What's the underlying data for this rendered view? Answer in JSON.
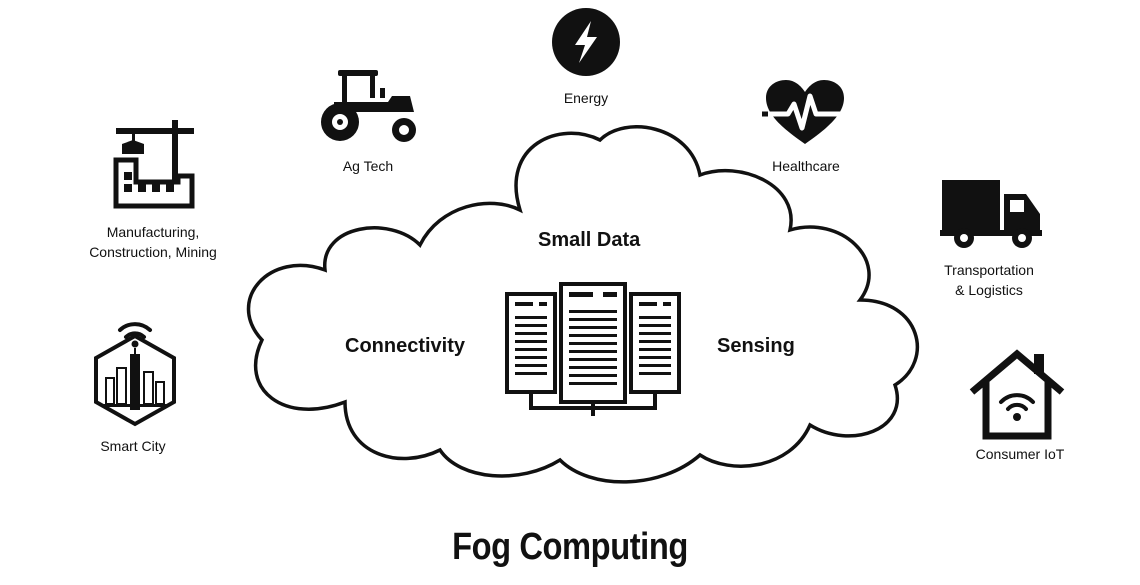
{
  "title": "Fog Computing",
  "cloud": {
    "top_label": "Small Data",
    "left_label": "Connectivity",
    "right_label": "Sensing"
  },
  "categories": {
    "manufacturing": [
      "Manufacturing,",
      "Construction, Mining"
    ],
    "agtech": "Ag Tech",
    "energy": "Energy",
    "healthcare": "Healthcare",
    "transportation": [
      "Transportation",
      "& Logistics"
    ],
    "smartcity": "Smart City",
    "consumeriot": "Consumer IoT"
  },
  "icons": {
    "manufacturing": "factory-crane-icon",
    "agtech": "tractor-icon",
    "energy": "lightning-bolt-icon",
    "healthcare": "heartbeat-icon",
    "transportation": "truck-icon",
    "smartcity": "smart-city-icon",
    "consumeriot": "smart-home-icon",
    "center": "server-racks-icon"
  },
  "colors": {
    "ink": "#111111",
    "background": "#ffffff"
  }
}
